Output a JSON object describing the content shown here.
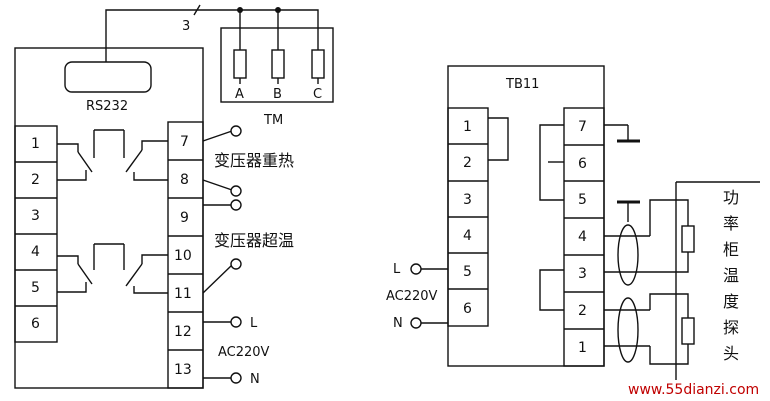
{
  "left": {
    "comm_label": "RS232",
    "wire_count": "3",
    "sensor_label": "TM",
    "sensor_phases": [
      "A",
      "B",
      "C"
    ],
    "terminals_left": [
      "1",
      "2",
      "3",
      "4",
      "5",
      "6"
    ],
    "terminals_right": [
      "7",
      "8",
      "9",
      "10",
      "11",
      "12",
      "13"
    ],
    "alarm_reheat": "变压器重热",
    "alarm_overtemp": "变压器超温",
    "supply": "AC220V",
    "line": "L",
    "neutral": "N"
  },
  "right": {
    "block_label": "TB11",
    "terminals_left": [
      "1",
      "2",
      "3",
      "4",
      "5",
      "6"
    ],
    "terminals_right": [
      "7",
      "6",
      "5",
      "4",
      "3",
      "2",
      "1"
    ],
    "line": "L",
    "neutral": "N",
    "supply": "AC220V",
    "probe_label": [
      "功",
      "率",
      "柜",
      "温",
      "度",
      "探",
      "头"
    ]
  },
  "watermark": "www.55dianzi.com"
}
